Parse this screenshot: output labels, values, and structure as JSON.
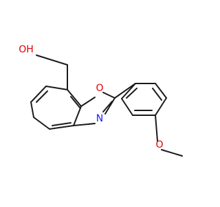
{
  "molecule": {
    "labels": {
      "hydroxyl": "OH",
      "ring_oxygen": "O",
      "ring_nitrogen": "N",
      "methoxy_oxygen": "O"
    },
    "colors": {
      "bond": "#1a1a1a",
      "oxygen": "#e00000",
      "nitrogen": "#1a1aff"
    }
  }
}
